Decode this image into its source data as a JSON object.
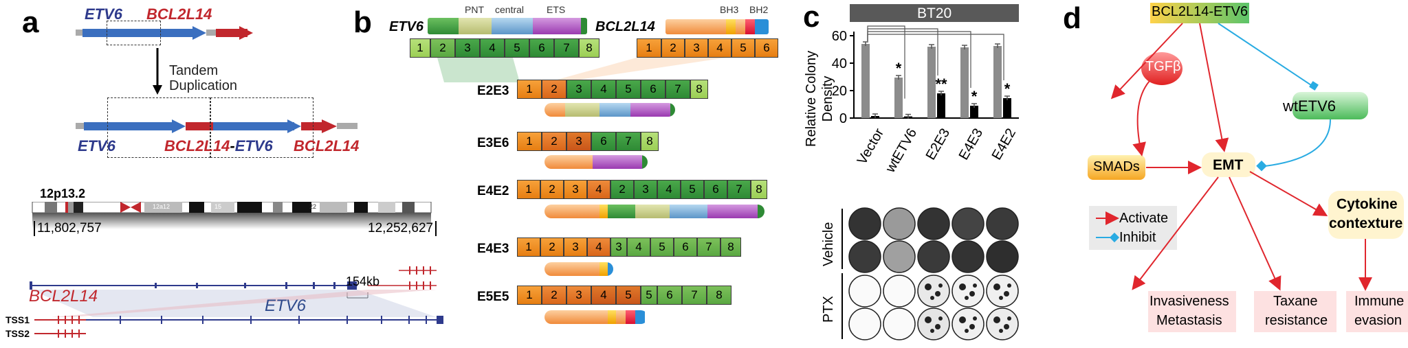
{
  "panels": {
    "a": "a",
    "b": "b",
    "c": "c",
    "d": "d"
  },
  "panel_a": {
    "gene1": "ETV6",
    "gene2": "BCL2L14",
    "dup_line1": "Tandem",
    "dup_line2": "Duplication",
    "fusion_left": "ETV6",
    "fusion_mid1": "BCL2L14",
    "fusion_dash": "-",
    "fusion_mid2": "ETV6",
    "fusion_right": "BCL2L14",
    "locus": "12p13.2",
    "band_label": "12a12",
    "band_15": "15",
    "band_22": "22",
    "coord_left": "11,802,757",
    "coord_right": "12,252,627",
    "kb": "154kb",
    "gene_bcl": "BCL2L14",
    "gene_etv": "ETV6",
    "tss1": "TSS1",
    "tss2": "TSS2"
  },
  "panel_b": {
    "etv6": "ETV6",
    "bcl2l14": "BCL2L14",
    "dom_pnt": "PNT",
    "dom_central": "central",
    "dom_ets": "ETS",
    "dom_bh3": "BH3",
    "dom_bh2": "BH2",
    "etv6_exons": [
      "1",
      "2",
      "3",
      "4",
      "5",
      "6",
      "7",
      "8"
    ],
    "bcl_exons": [
      "1",
      "2",
      "3",
      "4",
      "5",
      "6"
    ],
    "fusions": [
      {
        "name": "E2E3",
        "left": [
          "1",
          "2"
        ],
        "right": [
          "3",
          "4",
          "5",
          "6",
          "7",
          "8"
        ]
      },
      {
        "name": "E3E6",
        "left": [
          "1",
          "2",
          "3"
        ],
        "right": [
          "6",
          "7",
          "8"
        ]
      },
      {
        "name": "E4E2",
        "left": [
          "1",
          "2",
          "3",
          "4"
        ],
        "right": [
          "2",
          "3",
          "4",
          "5",
          "6",
          "7",
          "8"
        ]
      },
      {
        "name": "E4E3",
        "left": [
          "1",
          "2",
          "3",
          "4"
        ],
        "right": [
          "3",
          "4",
          "5",
          "6",
          "7",
          "8"
        ]
      },
      {
        "name": "E5E5",
        "left": [
          "1",
          "2",
          "3",
          "4",
          "5"
        ],
        "right": [
          "5",
          "6",
          "7",
          "8"
        ]
      }
    ]
  },
  "panel_c": {
    "title": "BT20",
    "ylabel_line1": "Relative Colony",
    "ylabel_line2": "Density",
    "yticks": [
      "0",
      "20",
      "40",
      "60"
    ],
    "row_vehicle": "Vehicle",
    "row_ptx": "PTX"
  },
  "chart_data": {
    "type": "bar",
    "title": "BT20",
    "ylabel": "Relative Colony Density",
    "xlabel": "",
    "ylim": [
      0,
      60
    ],
    "categories": [
      "Vector",
      "wtETV6",
      "E2E3",
      "E4E3",
      "E4E2"
    ],
    "series": [
      {
        "name": "",
        "values": [
          54,
          29.5,
          52,
          51.5,
          52.5
        ],
        "color": "#8c8c8c"
      },
      {
        "name": "",
        "values": [
          1.5,
          1.2,
          18,
          9,
          14.5
        ],
        "color": "#000000"
      }
    ],
    "significance": [
      "",
      "*",
      "**",
      "*",
      "*"
    ],
    "colors": {
      "vehicle": "#8c8c8c",
      "ptx": "#000000"
    }
  },
  "panel_d": {
    "top": "BCL2L14-ETV6",
    "tgfb": "TGFβ",
    "smads": "SMADs",
    "emt": "EMT",
    "wtetv6": "wtETV6",
    "cytokine1": "Cytokine",
    "cytokine2": "contexture",
    "legend_activate": "Activate",
    "legend_inhibit": "Inhibit",
    "out1_line1": "Invasiveness",
    "out1_line2": "Metastasis",
    "out2_line1": "Taxane",
    "out2_line2": "resistance",
    "out3_line1": "Immune",
    "out3_line2": "evasion",
    "colors": {
      "activate": "#e0262d",
      "inhibit": "#29abe2"
    }
  }
}
